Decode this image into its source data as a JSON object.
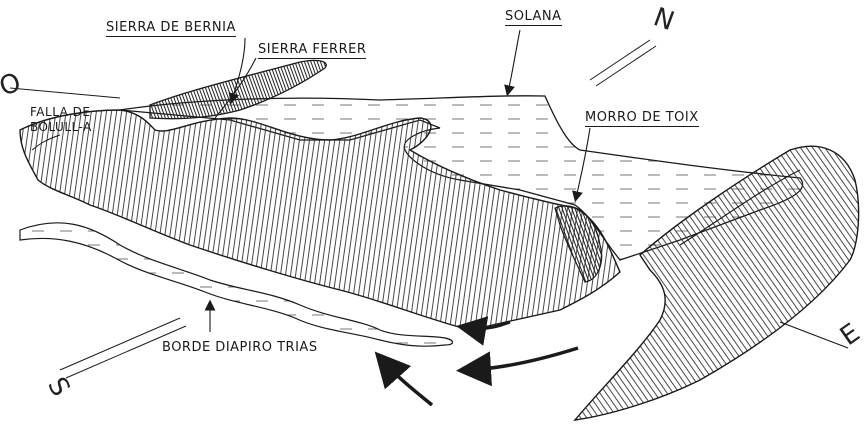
{
  "labels": {
    "sierra_bernia": "SIERRA DE BERNIA",
    "sierra_ferrer": "SIERRA FERRER",
    "solana": "SOLANA",
    "falla_line1": "FALLA DE",
    "falla_line2": "BOLULL-A",
    "morro_toix": "MORRO DE TOIX",
    "borde_diapiro": "BORDE DIAPIRO TRIAS"
  },
  "compass": {
    "north": "N",
    "south": "S",
    "east": "E",
    "west": "O"
  }
}
